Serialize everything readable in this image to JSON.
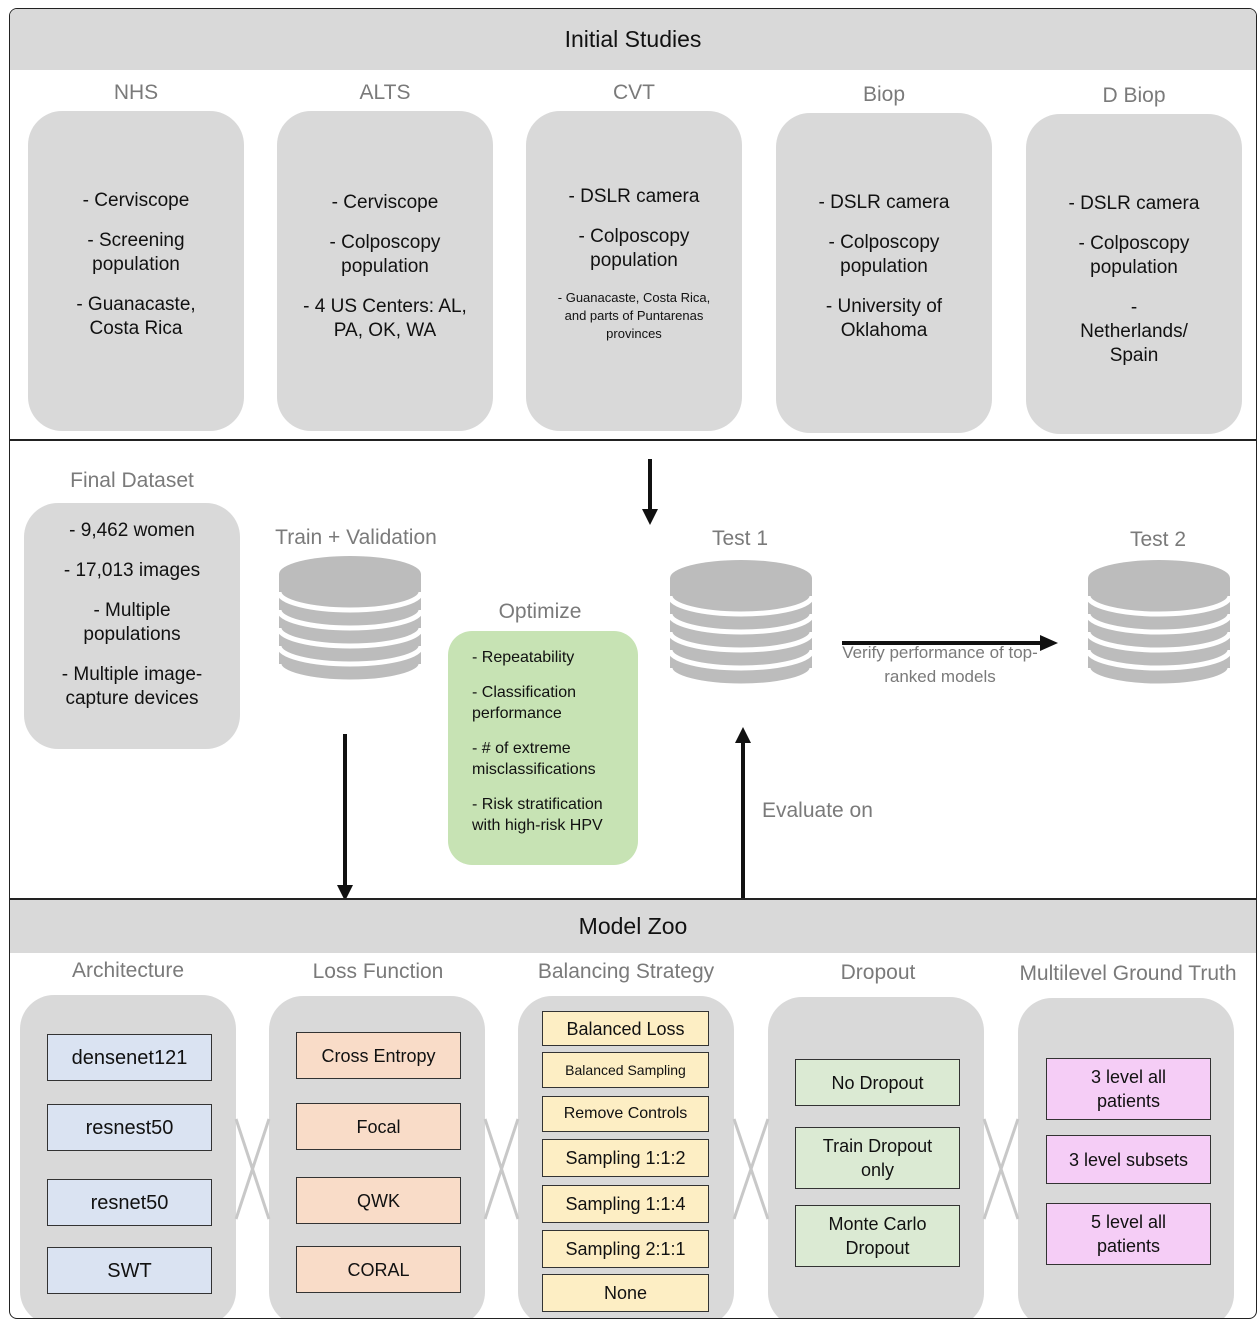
{
  "initial_studies": {
    "title": "Initial Studies",
    "studies": [
      {
        "name": "NHS",
        "lines": [
          "- Cerviscope",
          "- Screening population",
          "- Guanacaste, Costa Rica"
        ]
      },
      {
        "name": "ALTS",
        "lines": [
          "- Cerviscope",
          "- Colposcopy population",
          "- 4 US Centers: AL, PA, OK, WA"
        ]
      },
      {
        "name": "CVT",
        "lines": [
          "- DSLR camera",
          "- Colposcopy population",
          "- Guanacaste, Costa Rica, and parts of Puntarenas provinces"
        ]
      },
      {
        "name": "Biop",
        "lines": [
          "- DSLR camera",
          "- Colposcopy population",
          "- University of Oklahoma"
        ]
      },
      {
        "name": "D Biop",
        "lines": [
          "- DSLR camera",
          "- Colposcopy population",
          "- Netherlands/ Spain"
        ]
      }
    ]
  },
  "final_dataset": {
    "title": "Final Dataset",
    "lines": [
      "- 9,462 women",
      "- 17,013 images",
      "- Multiple populations",
      "- Multiple image-capture devices"
    ]
  },
  "train_validation": {
    "label": "Train + Validation"
  },
  "test1": {
    "label": "Test 1"
  },
  "test2": {
    "label": "Test 2"
  },
  "optimize": {
    "title": "Optimize",
    "items": [
      "- Repeatability",
      "- Classification performance",
      "- # of extreme misclassifications",
      "- Risk stratification with high-risk HPV"
    ]
  },
  "verify_label": "Verify performance of top-ranked models",
  "evaluate_label": "Evaluate on",
  "model_zoo": {
    "title": "Model Zoo",
    "architecture": {
      "title": "Architecture",
      "items": [
        "densenet121",
        "resnest50",
        "resnet50",
        "SWT"
      ]
    },
    "loss_function": {
      "title": "Loss Function",
      "items": [
        "Cross Entropy",
        "Focal",
        "QWK",
        "CORAL"
      ]
    },
    "balancing_strategy": {
      "title": "Balancing Strategy",
      "items": [
        "Balanced Loss",
        "Balanced Sampling",
        "Remove Controls",
        "Sampling 1:1:2",
        "Sampling 1:1:4",
        "Sampling 2:1:1",
        "None"
      ]
    },
    "dropout": {
      "title": "Dropout",
      "items": [
        "No Dropout",
        "Train Dropout only",
        "Monte Carlo Dropout"
      ]
    },
    "multilevel_ground_truth": {
      "title": "Multilevel Ground Truth",
      "items": [
        "3 level all patients",
        "3 level subsets",
        "5 level all patients"
      ]
    }
  },
  "colors": {
    "panel_gray": "#d9d9d9",
    "architecture": "#dae3f2",
    "loss_function": "#f9dcc8",
    "balancing_strategy": "#fdeec4",
    "dropout": "#dbead3",
    "multilevel_ground_truth": "#f5cdf6",
    "optimize": "#c7e3b4"
  }
}
